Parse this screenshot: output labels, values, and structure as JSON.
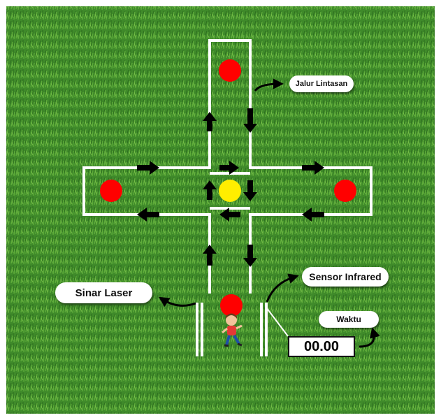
{
  "labels": {
    "jalur_lintasan": "Jalur Lintasan",
    "sensor_infrared": "Sensor Infrared",
    "sinar_laser": "Sinar Laser",
    "waktu": "Waktu"
  },
  "timer": {
    "value": "00.00"
  },
  "colors": {
    "grass": "#3f8a2a",
    "track_line": "#ffffff",
    "target_dot": "#ff0000",
    "center_dot": "#ffee00",
    "arrow": "#000000"
  },
  "icons": {
    "runner": "runner-child-icon",
    "arrows": "direction-arrow-icon"
  }
}
